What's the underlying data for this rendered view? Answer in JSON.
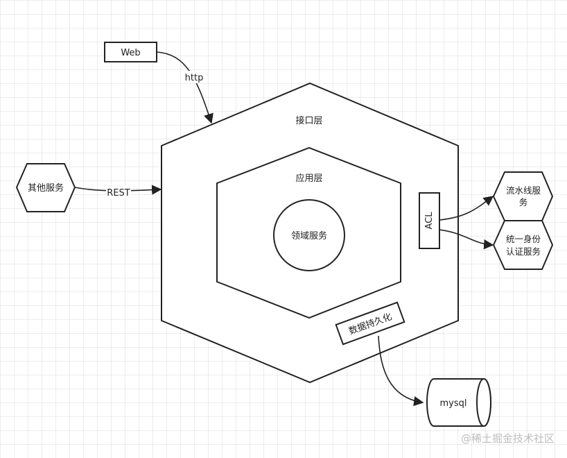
{
  "diagram": {
    "nodes": {
      "web": "Web",
      "interface_layer": "接口层",
      "application_layer": "应用层",
      "domain_service": "领域服务",
      "other_services": "其他服务",
      "acl": "ACL",
      "pipeline_service": [
        "流水线服",
        "务"
      ],
      "identity_service": [
        "统一身份",
        "认证服务"
      ],
      "persistence": "数据持久化",
      "mysql": "mysql"
    },
    "edges": {
      "web_to_interface": "http",
      "other_to_interface": "REST"
    }
  },
  "watermark": "@稀土掘金技术社区"
}
